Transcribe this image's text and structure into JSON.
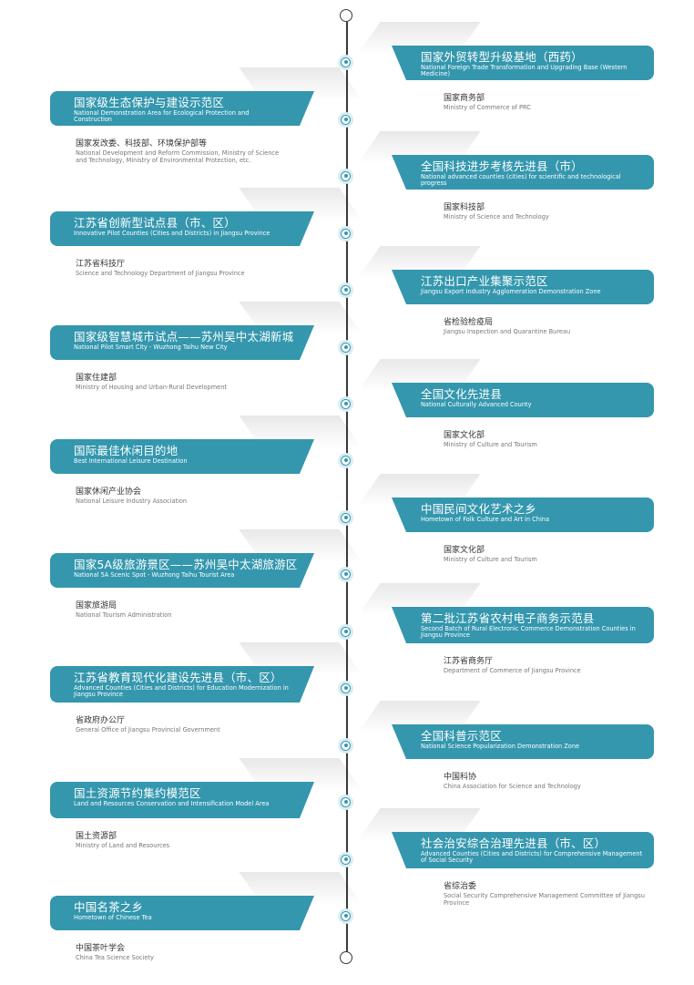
{
  "entries": [
    {
      "side": "right",
      "title_cn": "国家外贸转型升级基地（西药）",
      "title_en": "National Foreign Trade Transformation and Upgrading Base (Western Medicine)",
      "org_cn": "国家商务部",
      "org_en": "Ministry of Commerce of PRC"
    },
    {
      "side": "left",
      "title_cn": "国家级生态保护与建设示范区",
      "title_en": "National Demonstration Area for Ecological Protection and Construction",
      "org_cn": "国家发改委、科技部、环境保护部等",
      "org_en": "National Development and Reform Commission, Ministry of Science and Technology, Ministry of Environmental Protection, etc."
    },
    {
      "side": "right",
      "title_cn": "全国科技进步考核先进县（市）",
      "title_en": "National advanced counties (cities) for scientific and technological progress",
      "org_cn": "国家科技部",
      "org_en": "Ministry of Science and Technology"
    },
    {
      "side": "left",
      "title_cn": "江苏省创新型试点县（市、区）",
      "title_en": "Innovative Pilot Counties (Cities and Districts) in Jiangsu Province",
      "org_cn": "江苏省科技厅",
      "org_en": "Science and Technology Department of Jiangsu Province"
    },
    {
      "side": "right",
      "title_cn": "江苏出口产业集聚示范区",
      "title_en": "Jiangsu Export Industry Agglomeration Demonstration Zone",
      "org_cn": "省检验检疫局",
      "org_en": "Jiangsu Inspection and Quarantine Bureau"
    },
    {
      "side": "left",
      "title_cn": "国家级智慧城市试点——苏州吴中太湖新城",
      "title_en": "National Pilot Smart City - Wuzhong Taihu New City",
      "org_cn": "国家住建部",
      "org_en": "Ministry of Housing and Urban-Rural Development"
    },
    {
      "side": "right",
      "title_cn": "全国文化先进县",
      "title_en": "National Culturally Advanced County",
      "org_cn": "国家文化部",
      "org_en": "Ministry of Culture and Tourism"
    },
    {
      "side": "left",
      "title_cn": "国际最佳休闲目的地",
      "title_en": "Best International Leisure Destination",
      "org_cn": "国家休闲产业协会",
      "org_en": "National Leisure Industry Association"
    },
    {
      "side": "right",
      "title_cn": "中国民间文化艺术之乡",
      "title_en": "Hometown of Folk Culture and Art in China",
      "org_cn": "国家文化部",
      "org_en": "Ministry of Culture and Tourism"
    },
    {
      "side": "left",
      "title_cn": "国家5A级旅游景区——苏州吴中太湖旅游区",
      "title_en": "National 5A Scenic Spot - Wuzhong Taihu Tourist Area",
      "org_cn": "国家旅游局",
      "org_en": "National Tourism Administration"
    },
    {
      "side": "right",
      "title_cn": "第二批江苏省农村电子商务示范县",
      "title_en": "Second Batch of Rural Electronic Commerce Demonstration Counties in Jiangsu Province",
      "org_cn": "江苏省商务厅",
      "org_en": "Department of Commerce of Jiangsu Province"
    },
    {
      "side": "left",
      "title_cn": "江苏省教育现代化建设先进县（市、区）",
      "title_en": "Advanced Counties (Cities and Districts) for Education Modernization in Jiangsu Province",
      "org_cn": "省政府办公厅",
      "org_en": "General Office of Jiangsu Provincial Government"
    },
    {
      "side": "right",
      "title_cn": "全国科普示范区",
      "title_en": "National Science Popularization Demonstration Zone",
      "org_cn": "中国科协",
      "org_en": "China Association for Science and Technology"
    },
    {
      "side": "left",
      "title_cn": "国土资源节约集约模范区",
      "title_en": "Land and Resources Conservation and Intensification Model Area",
      "org_cn": "国土资源部",
      "org_en": "Ministry of Land and Resources"
    },
    {
      "side": "right",
      "title_cn": "社会治安综合治理先进县（市、区）",
      "title_en": "Advanced Counties (Cities and Districts) for Comprehensive Management of Social Security",
      "org_cn": "省综治委",
      "org_en": "Social Security Comprehensive Management Committee of Jiangsu Province"
    },
    {
      "side": "left",
      "title_cn": "中国名茶之乡",
      "title_en": "Hometown of Chinese Tea",
      "org_cn": "中国茶叶学会",
      "org_en": "China Tea Science Society"
    }
  ]
}
